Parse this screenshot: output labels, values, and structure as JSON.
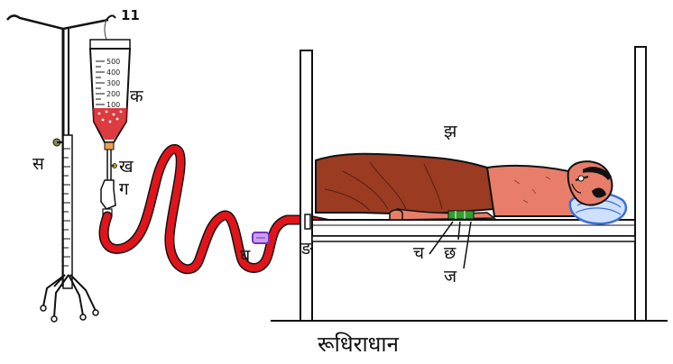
{
  "figure_number": "11",
  "caption": "रूधिराधान",
  "labels": {
    "ka": "क",
    "kha": "ख",
    "ga": "ग",
    "gha": "घ",
    "nga": "ङ",
    "cha": "च",
    "chha": "छ",
    "ja": "ज",
    "jha": "झ",
    "sa": "स"
  },
  "bottle_scale": [
    "500",
    "400",
    "300",
    "200",
    "100"
  ],
  "colors": {
    "blood_tube": "#e0151b",
    "blood_in_bottle": "#d6191f",
    "blanket": "#9a3b22",
    "skin": "#e87e6a",
    "pillow": "#3b6fd8",
    "bandage": "#2e9e2e",
    "bulb": "#a64ce0",
    "outline": "#111111"
  }
}
